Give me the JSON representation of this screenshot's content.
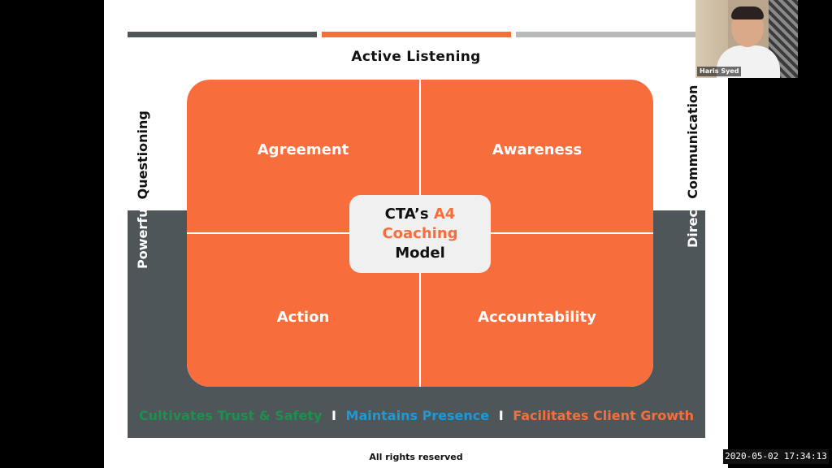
{
  "slide": {
    "heading": "Active Listening",
    "left_label": {
      "dark": "Questioning",
      "light": "Powerful"
    },
    "right_label": {
      "dark": "Communication",
      "light": "Direct"
    },
    "quadrants": {
      "top_left": "Agreement",
      "top_right": "Awareness",
      "bottom_left": "Action",
      "bottom_right": "Accountability"
    },
    "center": {
      "line1_prefix": "CTA’s ",
      "line1_accent": "A4",
      "line2_accent": "Coaching",
      "line3": "Model"
    },
    "values": [
      {
        "part1": "Cultivates",
        "part2": "Trust & Safety",
        "color": "#1e8f4e"
      },
      {
        "part1": "Maintains",
        "part2": "Presence",
        "color": "#1a9ad6"
      },
      {
        "part1": "Facilitates",
        "part2": "Client Growth",
        "color": "#f76d3b"
      }
    ],
    "separator": "I",
    "footer": "All rights reserved",
    "top_bar_colors": [
      "#4f5659",
      "#f76d3b",
      "#b7b9bb"
    ]
  },
  "webcam": {
    "participant_name": "Haris Syed"
  },
  "recording": {
    "timestamp": "2020-05-02  17:34:13"
  },
  "colors": {
    "accent": "#f76d3b",
    "frame": "#4f5659",
    "background": "#ffffff"
  }
}
